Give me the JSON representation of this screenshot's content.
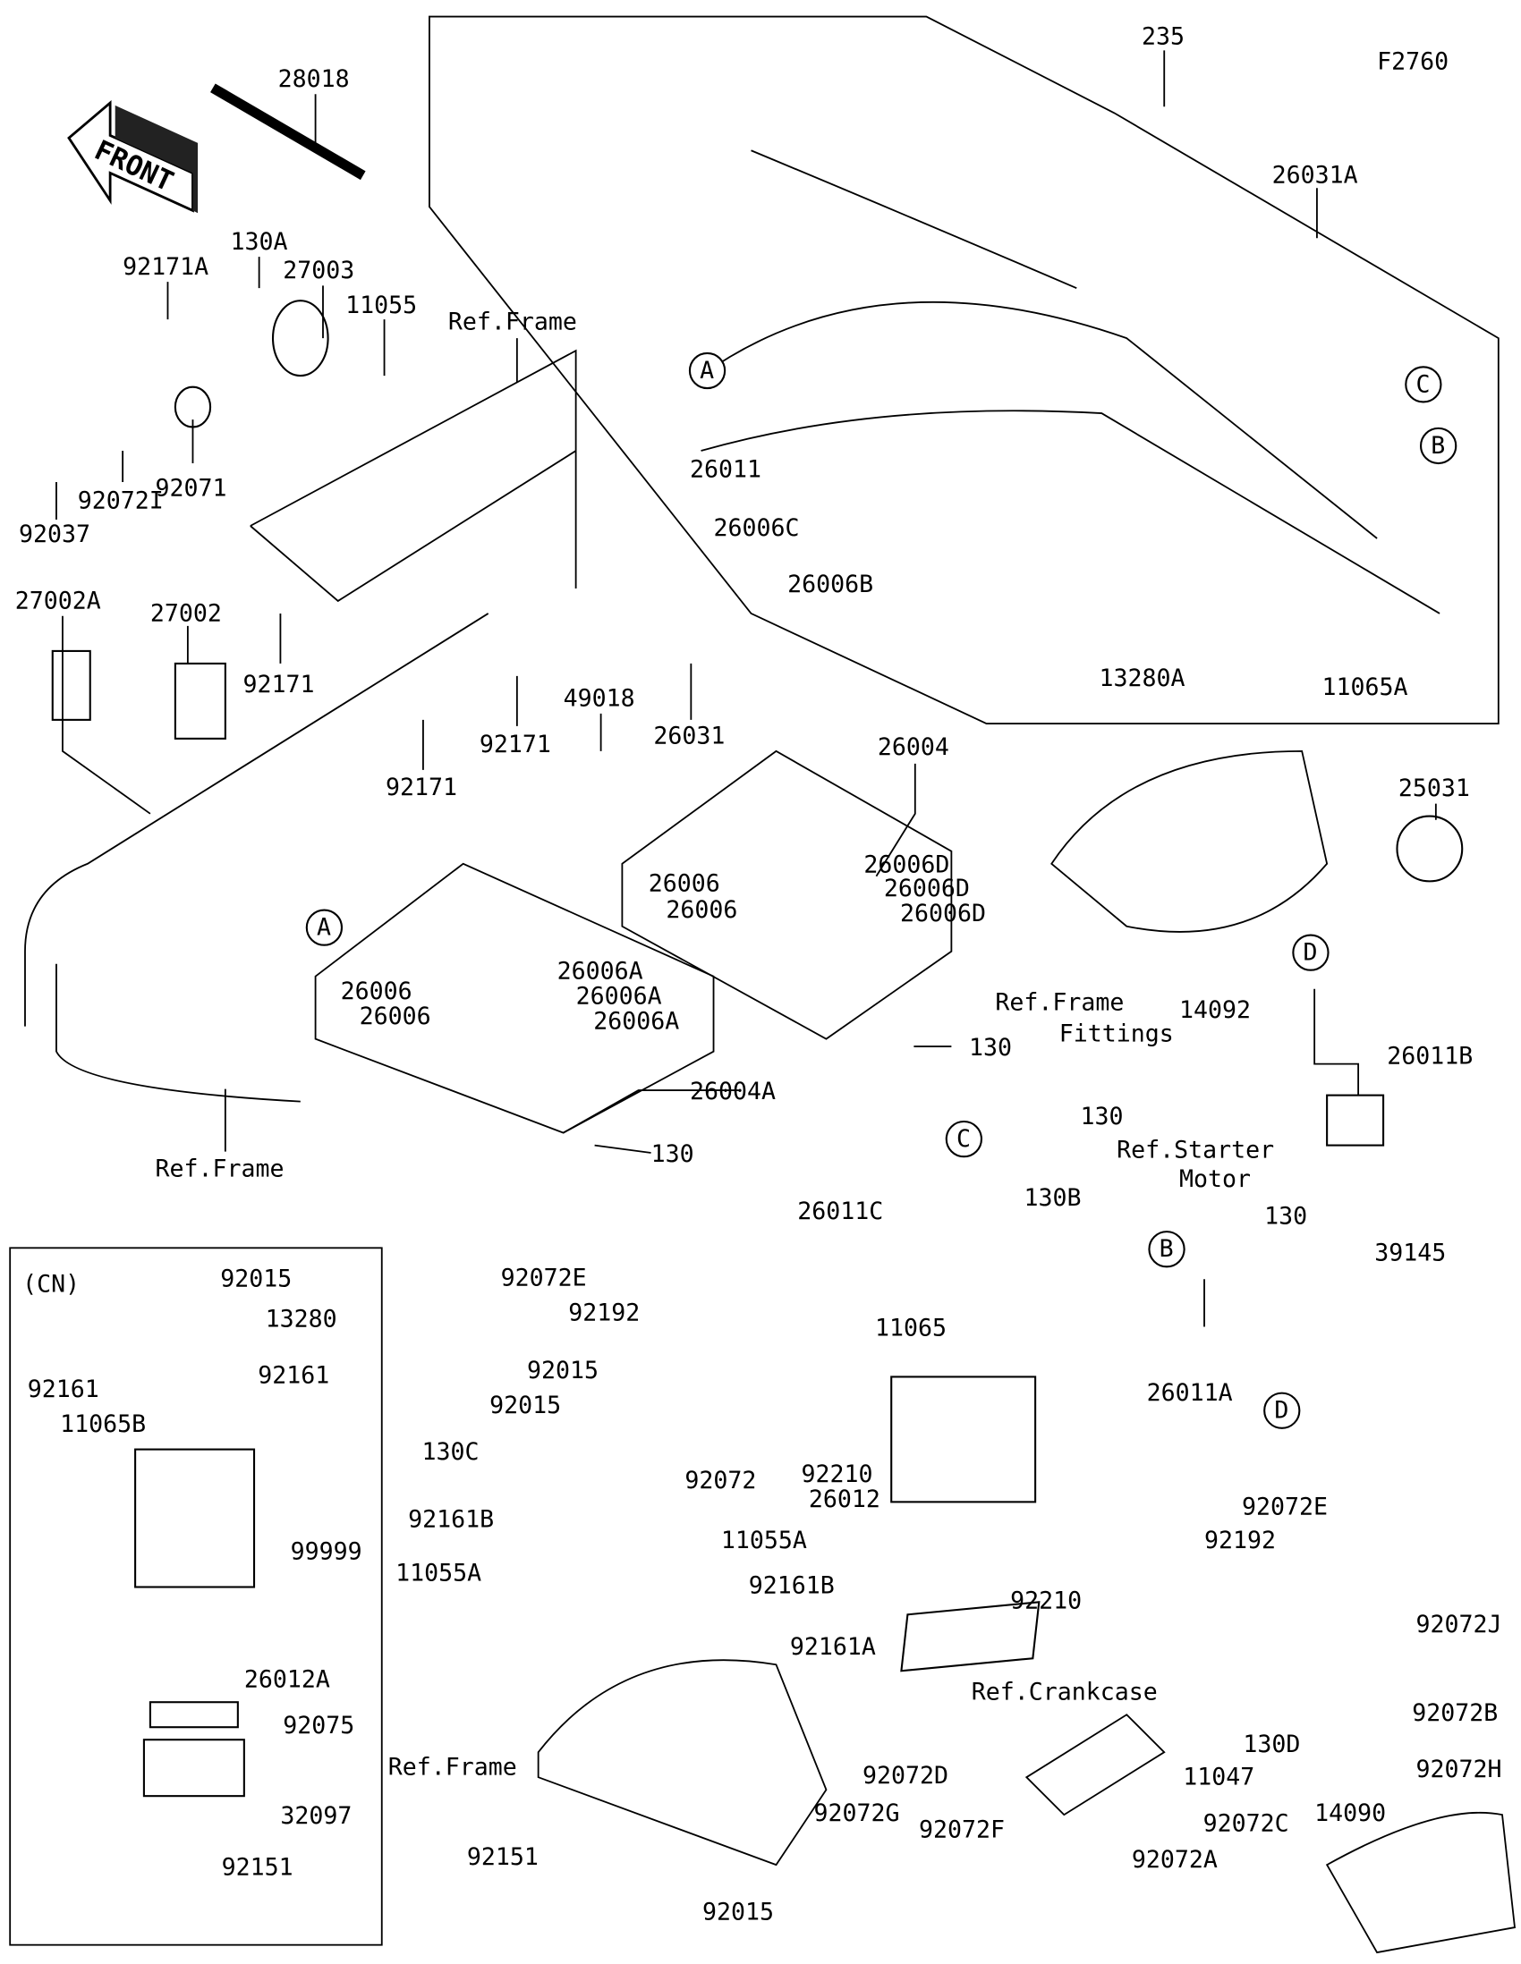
{
  "figure_code": "F2760",
  "front_label": "FRONT",
  "callouts": [
    "A",
    "C",
    "B",
    "A",
    "D",
    "C",
    "B",
    "D"
  ],
  "refs": {
    "frame1": "Ref.Frame",
    "frame2": "Ref.Frame",
    "frame3": "Ref.Frame",
    "fittings1": "Ref.Frame",
    "fittings2": "Fittings",
    "starter1": "Ref.Starter",
    "starter2": "Motor",
    "crankcase": "Ref.Crankcase",
    "cn": "(CN)"
  },
  "labels": [
    "235",
    "26031A",
    "28018",
    "130A",
    "92171A",
    "27003",
    "11055",
    "92071",
    "92072I",
    "92037",
    "27002A",
    "27002",
    "92171",
    "92171",
    "92171",
    "49018",
    "26031",
    "26004",
    "25031",
    "26011",
    "26006C",
    "26006B",
    "13280A",
    "11065A",
    "26006",
    "26006D",
    "26006D",
    "26006",
    "26006D",
    "26006",
    "26006A",
    "26006A",
    "26006",
    "26006A",
    "26004A",
    "130",
    "130",
    "14092",
    "26011B",
    "130",
    "26011C",
    "130B",
    "130",
    "39145",
    "92072E",
    "92192",
    "11065",
    "26011A",
    "92015",
    "92015",
    "92210",
    "26012",
    "92072E",
    "92072",
    "130C",
    "92161B",
    "11055A",
    "11055A",
    "92192",
    "92161B",
    "92210",
    "92072J",
    "92161A",
    "92072B",
    "130D",
    "11047",
    "92072H",
    "92072D",
    "92072G",
    "92072F",
    "92072C",
    "14090",
    "92072A",
    "92151",
    "92015"
  ],
  "cn_labels": [
    "92015",
    "13280",
    "92161",
    "92161",
    "11065B",
    "99999",
    "26012A",
    "92075",
    "32097",
    "92151"
  ]
}
